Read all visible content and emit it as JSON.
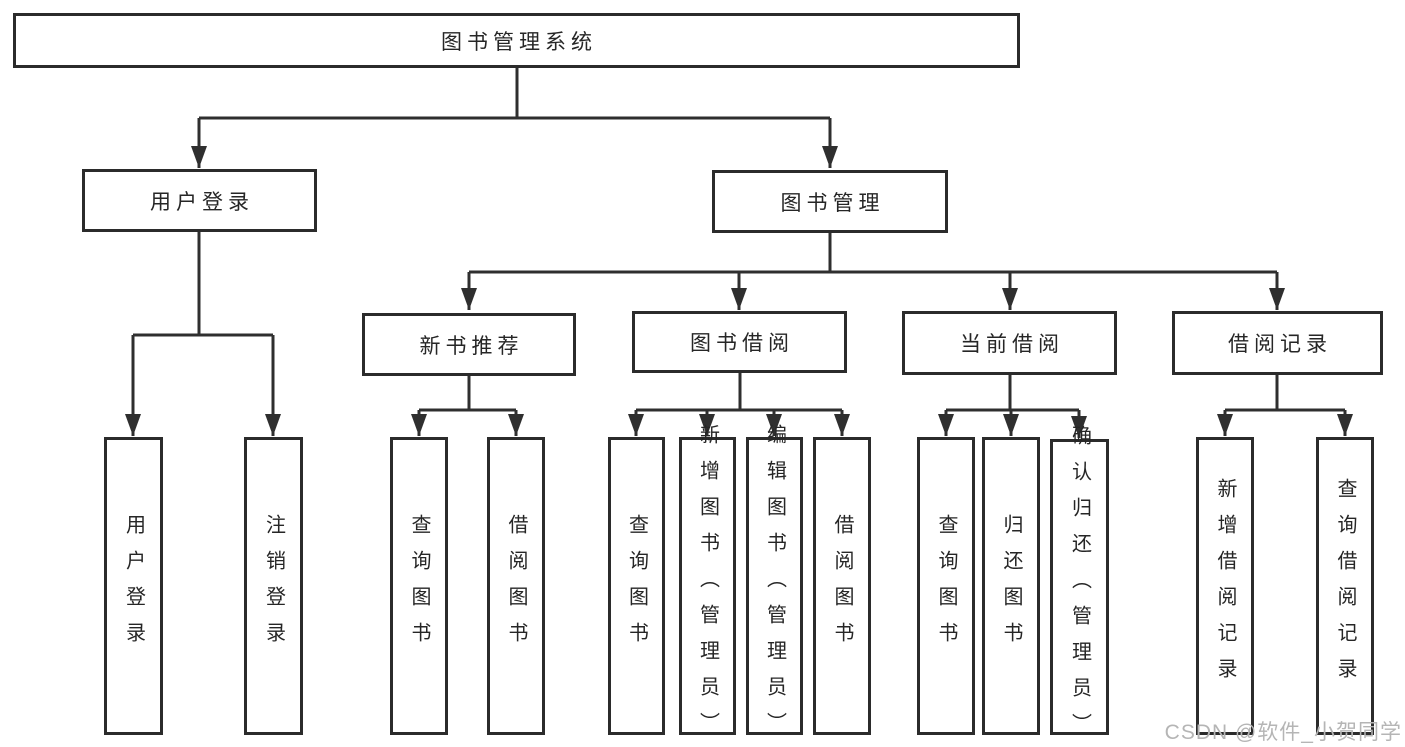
{
  "diagram": {
    "title": "图书管理系统",
    "root": {
      "label": "图书管理系统"
    },
    "branches": [
      {
        "label": "用户登录",
        "children": [
          {
            "label": "用户登录"
          },
          {
            "label": "注销登录"
          }
        ]
      },
      {
        "label": "图书管理",
        "children": [
          {
            "label": "新书推荐",
            "children": [
              {
                "label": "查询图书"
              },
              {
                "label": "借阅图书"
              }
            ]
          },
          {
            "label": "图书借阅",
            "children": [
              {
                "label": "查询图书"
              },
              {
                "label": "新增图书（管理员）"
              },
              {
                "label": "编辑图书（管理员）"
              },
              {
                "label": "借阅图书"
              }
            ]
          },
          {
            "label": "当前借阅",
            "children": [
              {
                "label": "查询图书"
              },
              {
                "label": "归还图书"
              },
              {
                "label": "确认归还（管理员）"
              }
            ]
          },
          {
            "label": "借阅记录",
            "children": [
              {
                "label": "新增借阅记录"
              },
              {
                "label": "查询借阅记录"
              }
            ]
          }
        ]
      }
    ]
  },
  "watermark": "CSDN @软件_小贺同学",
  "colors": {
    "line": "#2f2f2f",
    "box_border": "#2b2b2b",
    "text": "#262626",
    "watermark": "#b5b5b5",
    "background": "#ffffff"
  }
}
